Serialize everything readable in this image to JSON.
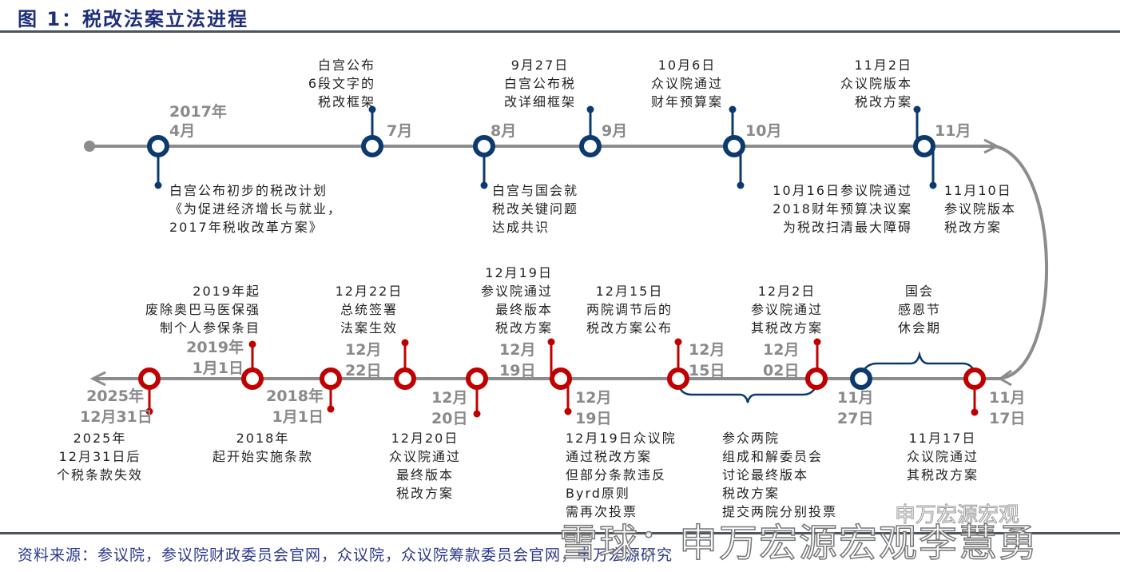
{
  "title": "图 1：税改法案立法进程",
  "source": "资料来源：参议院，参议院财政委员会官网，众议院，众议院筹款委员会官网，申万宏源研究",
  "watermark": {
    "main": "雪球：申万宏源宏观李慧勇",
    "secondary": "申万宏源宏观"
  },
  "colors": {
    "title": "#1f2f7a",
    "timeline_line": "#8c8c8c",
    "node_2017": "#0d3a6e",
    "node_red": "#c00000",
    "date_text": "#8a8a8a"
  },
  "top_row": {
    "dates": [
      "2017年",
      "4月",
      "7月",
      "8月",
      "9月",
      "10月",
      "11月"
    ],
    "events": [
      {
        "lines": [
          "白宫公布初步的税改计划",
          "《为促进经济增长与就业，",
          "2017年税收改革方案》"
        ]
      },
      {
        "lines": [
          "白宫公布",
          "6段文字的",
          "税改框架"
        ]
      },
      {
        "lines": [
          "白宫与国会就",
          "税改关键问题",
          "达成共识"
        ]
      },
      {
        "lines": [
          "9月27日",
          "白宫公布税",
          "改详细框架"
        ]
      },
      {
        "lines": [
          "10月6日",
          "众议院通过",
          "财年预算案"
        ]
      },
      {
        "lines": [
          "10月16日参议院通过",
          "2018财年预算决议案",
          "为税改扫清最大障碍"
        ]
      },
      {
        "lines": [
          "11月2日",
          "众议院版本",
          "税改方案"
        ]
      },
      {
        "lines": [
          "11月10日",
          "参议院版本",
          "税改方案"
        ]
      }
    ]
  },
  "bottom_row": {
    "dates": [
      {
        "l1": "2025年",
        "l2": "12月31日"
      },
      {
        "l1": "2019年",
        "l2": "1月1日"
      },
      {
        "l1": "2018年",
        "l2": "1月1日"
      },
      {
        "l1": "12月",
        "l2": "22日"
      },
      {
        "l1": "12月",
        "l2": "20日"
      },
      {
        "l1": "12月",
        "l2": "19日"
      },
      {
        "l1": "12月",
        "l2": "19日"
      },
      {
        "l1": "12月",
        "l2": "15日"
      },
      {
        "l1": "12月",
        "l2": "02日"
      },
      {
        "l1": "11月",
        "l2": "27日"
      },
      {
        "l1": "11月",
        "l2": "17日"
      }
    ],
    "events": [
      {
        "lines": [
          "2025年",
          "12月31日后",
          "个税条款失效"
        ]
      },
      {
        "lines": [
          "2019年起",
          "废除奥巴马医保强",
          "制个人参保条目"
        ]
      },
      {
        "lines": [
          "2018年",
          "起开始实施条款"
        ]
      },
      {
        "lines": [
          "12月22日",
          "总统签署",
          "法案生效"
        ]
      },
      {
        "lines": [
          "12月20日",
          "众议院通过",
          "最终版本",
          "税改方案"
        ]
      },
      {
        "lines": [
          "12月19日",
          "参议院通过",
          "最终版本",
          "税改方案"
        ]
      },
      {
        "lines": [
          "12月19日众议院",
          "通过税改方案",
          "但部分条款违反",
          "Byrd原则",
          "需再次投票"
        ]
      },
      {
        "lines": [
          "12月15日",
          "两院调节后的",
          "税改方案公布"
        ]
      },
      {
        "lines": [
          "参众两院",
          "组成和解委员会",
          "讨论最终版本",
          "税改方案",
          "提交两院分别投票"
        ]
      },
      {
        "lines": [
          "12月2日",
          "参议院通过",
          "其税改方案"
        ]
      },
      {
        "lines": [
          "国会",
          "感恩节",
          "休会期"
        ]
      },
      {
        "lines": [
          "11月17日",
          "众议院通过",
          "其税改方案"
        ]
      }
    ]
  }
}
